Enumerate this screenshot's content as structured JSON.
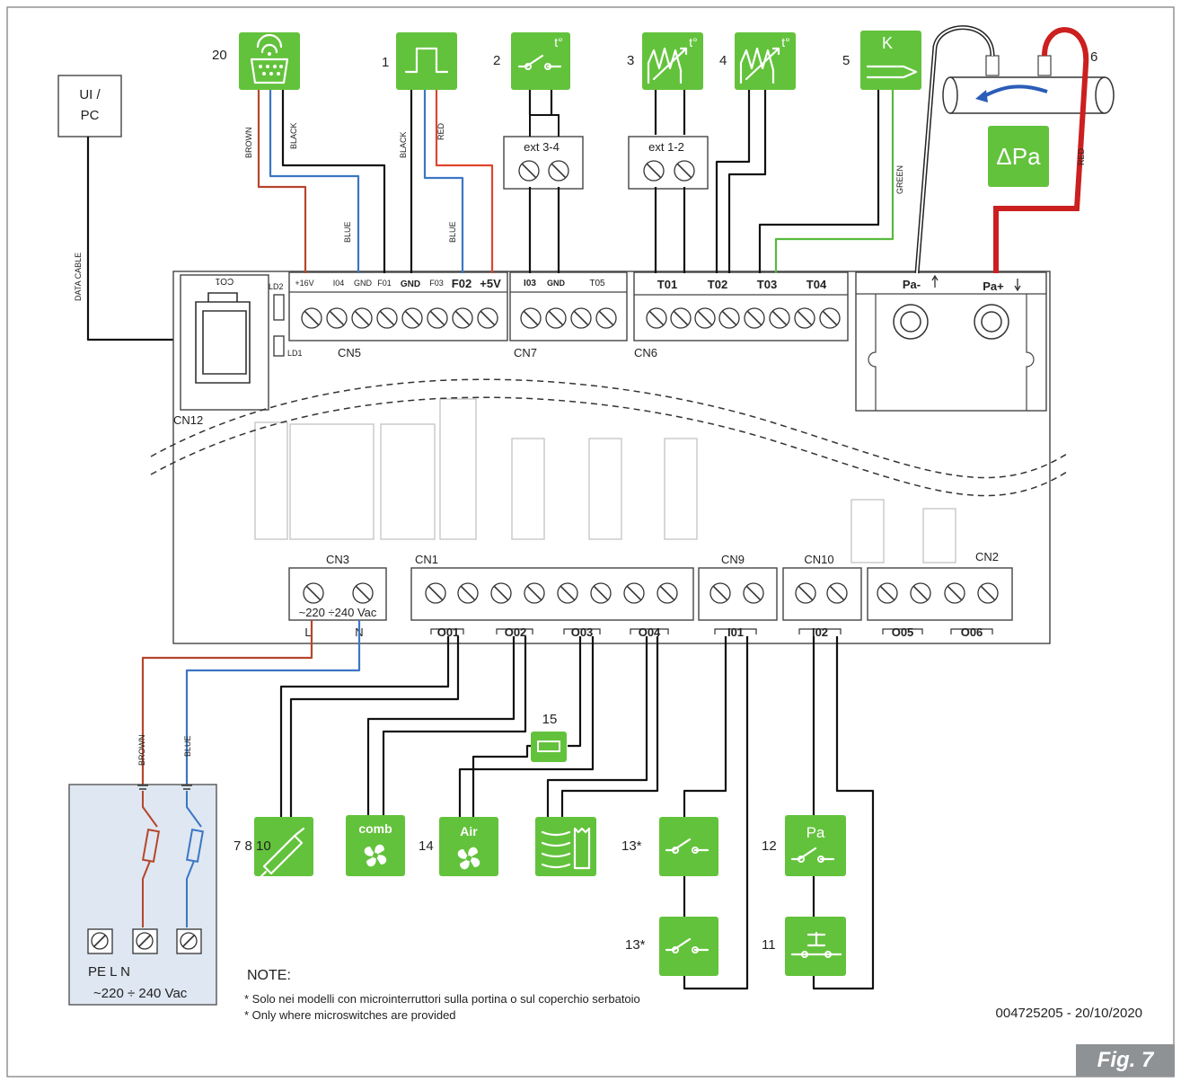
{
  "ui_box": {
    "line1": "UI /",
    "line2": "PC"
  },
  "data_cable": "DATA CABLE",
  "components": {
    "c20": "20",
    "c1": "1",
    "c2": "2",
    "c3": "3",
    "c4": "4",
    "c5": "5",
    "c6": "6",
    "c7": "7 8 10",
    "c14": "14",
    "c15": "15",
    "c13a": "13*",
    "c13b": "13*",
    "c12": "12",
    "c11": "11"
  },
  "icons": {
    "k_text": "K",
    "tdeg": "t°",
    "dpa": "ΔPa",
    "comb": "comb",
    "air": "Air",
    "pa": "Pa"
  },
  "wire_labels": {
    "brown_top": "BROWN",
    "black_top": "BLACK",
    "black_1": "BLACK",
    "red_1": "RED",
    "blue_20": "BLUE",
    "blue_1": "BLUE",
    "green_5": "GREEN",
    "red_6": "RED",
    "brown_pwr": "BROWN",
    "blue_pwr": "BLUE"
  },
  "ext": {
    "ext34": "ext 3-4",
    "ext12": "ext 1-2"
  },
  "cn5_terminals": [
    "+16V",
    "I04",
    "GND",
    "F01",
    "GND",
    "F03",
    "F02",
    "+5V"
  ],
  "cn7_terminals": [
    "I03",
    "GND",
    "T05"
  ],
  "cn6_terminals": [
    "T01",
    "T02",
    "T03",
    "T04"
  ],
  "pressure": {
    "minus": "Pa-",
    "plus": "Pa+"
  },
  "connectors": {
    "cn5": "CN5",
    "cn7": "CN7",
    "cn6": "CN6",
    "cn12": "CN12",
    "co1": "CO1",
    "ld1": "LD1",
    "ld2": "LD2",
    "cn3": "CN3",
    "cn1": "CN1",
    "cn9": "CN9",
    "cn10": "CN10",
    "cn2": "CN2"
  },
  "power": {
    "range": "~220 ÷240 Vac",
    "l": "L",
    "n": "N"
  },
  "outputs": [
    "O01",
    "O02",
    "O03",
    "O04",
    "I01",
    "I02",
    "O05",
    "O06"
  ],
  "supply_box": {
    "labels": "PE L N",
    "voltage": "~220 ÷ 240 Vac"
  },
  "note": {
    "title": "NOTE:",
    "line_it": "* Solo nei modelli con microinterruttori sulla portina o sul coperchio serbatoio",
    "line_en": "* Only where microswitches are provided"
  },
  "doc_code": "004725205 - 20/10/2020",
  "figure_tag": "Fig. 7"
}
